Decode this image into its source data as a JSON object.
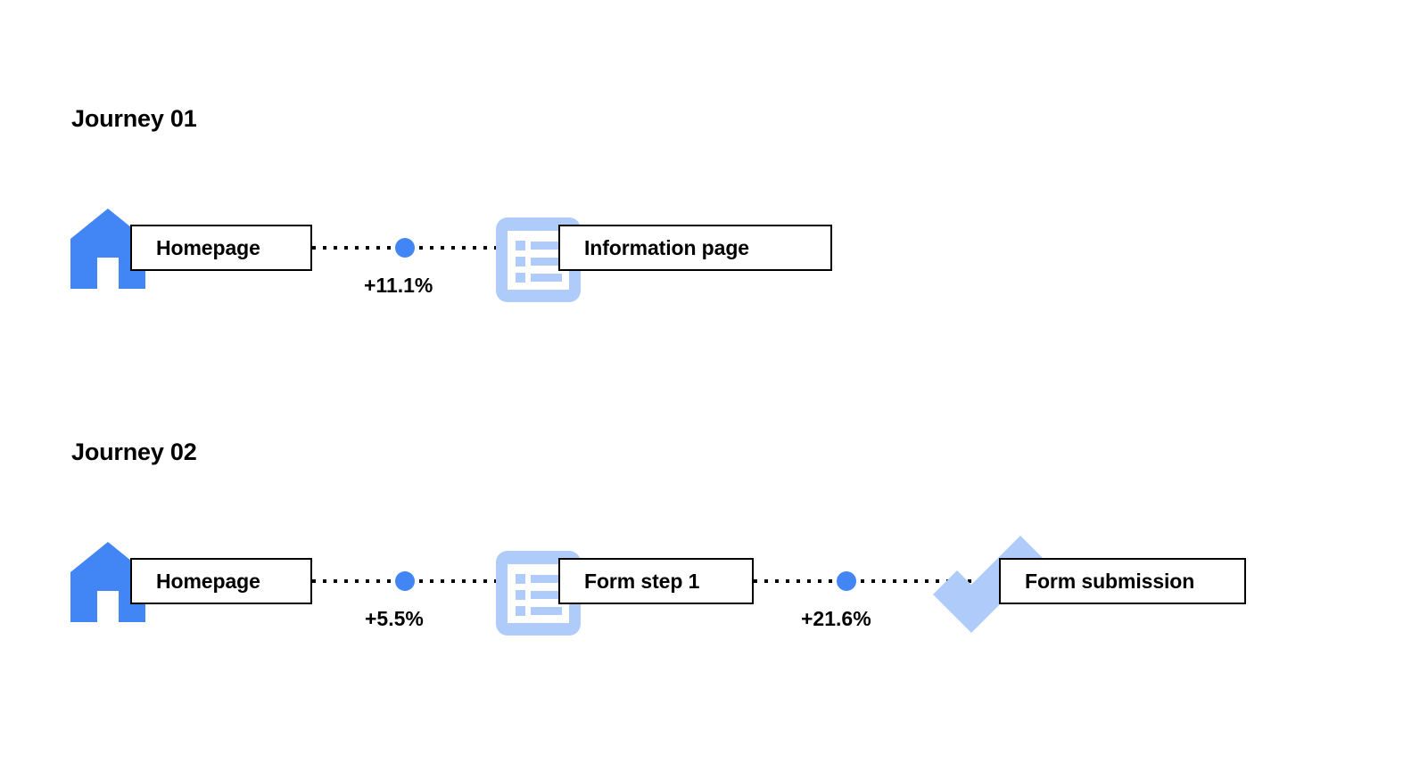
{
  "colors": {
    "accent_blue": "#4285F4",
    "light_blue": "#AECBFA",
    "outline": "#000000",
    "background": "#FFFFFF"
  },
  "journeys": [
    {
      "title": "Journey 01",
      "nodes": [
        {
          "label": "Homepage",
          "icon": "home-icon"
        },
        {
          "label": "Information page",
          "icon": "list-document-icon"
        }
      ],
      "connectors": [
        {
          "value": "+11.1%"
        }
      ]
    },
    {
      "title": "Journey 02",
      "nodes": [
        {
          "label": "Homepage",
          "icon": "home-icon"
        },
        {
          "label": "Form step 1",
          "icon": "list-document-icon"
        },
        {
          "label": "Form submission",
          "icon": "checkmark-icon"
        }
      ],
      "connectors": [
        {
          "value": "+5.5%"
        },
        {
          "value": "+21.6%"
        }
      ]
    }
  ],
  "chart_data": {
    "type": "diagram",
    "title": "User journey funnels",
    "series": [
      {
        "name": "Journey 01",
        "steps": [
          "Homepage",
          "Information page"
        ],
        "transitions": [
          {
            "from": "Homepage",
            "to": "Information page",
            "value": 11.1,
            "unit": "%",
            "label": "+11.1%"
          }
        ]
      },
      {
        "name": "Journey 02",
        "steps": [
          "Homepage",
          "Form step 1",
          "Form submission"
        ],
        "transitions": [
          {
            "from": "Homepage",
            "to": "Form step 1",
            "value": 5.5,
            "unit": "%",
            "label": "+5.5%"
          },
          {
            "from": "Form step 1",
            "to": "Form submission",
            "value": 21.6,
            "unit": "%",
            "label": "+21.6%"
          }
        ]
      }
    ]
  }
}
